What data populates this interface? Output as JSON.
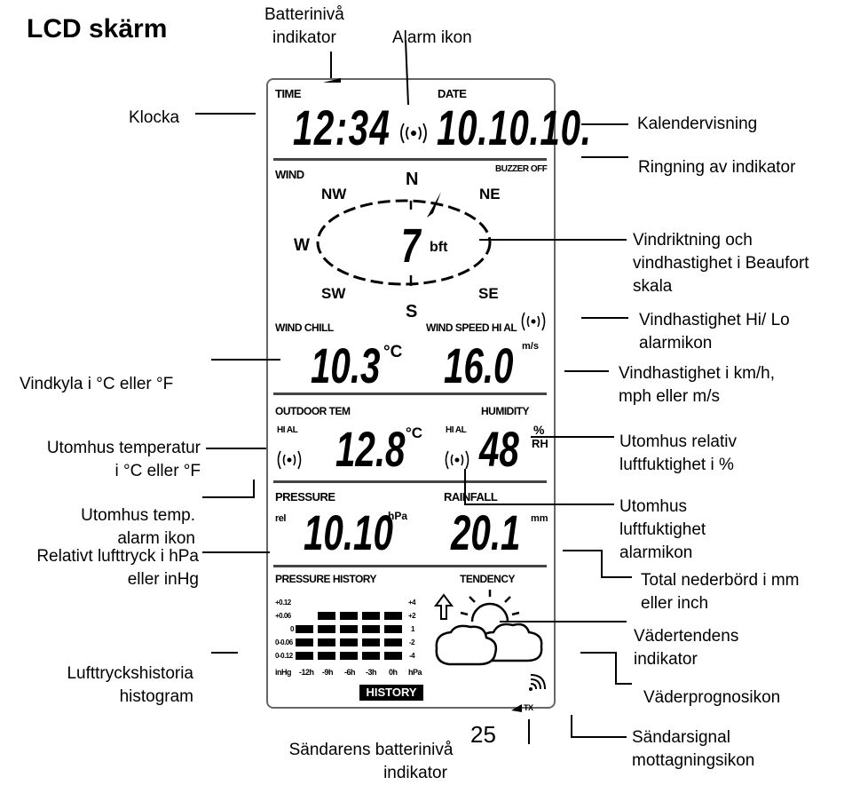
{
  "title": "LCD skärm",
  "lcd": {
    "time_label": "TIME",
    "date_label": "DATE",
    "time_value": "12:34",
    "date_value": "10.10.10.",
    "wind_label": "WIND",
    "buzzer_label": "BUZZER OFF",
    "compass": {
      "n": "N",
      "ne": "NE",
      "nw": "NW",
      "w": "W",
      "sw": "SW",
      "se": "SE",
      "s": "S"
    },
    "beaufort_value": "7",
    "beaufort_unit": "bft",
    "wind_chill_label": "WIND CHILL",
    "wind_speed_label": "WIND SPEED HI AL",
    "wind_chill_value": "10.3",
    "wind_chill_unit": "°C",
    "wind_speed_value": "16.0",
    "wind_speed_unit": "m/s",
    "outdoor_temp_label": "OUTDOOR TEM",
    "humidity_label": "HUMIDITY",
    "hi_al_left": "HI AL",
    "hi_al_right": "HI AL",
    "outdoor_temp_value": "12.8",
    "outdoor_temp_unit": "°C",
    "humidity_value": "48",
    "humidity_unit_pct": "%",
    "humidity_unit_rh": "RH",
    "pressure_label": "PRESSURE",
    "rainfall_label": "RAINFALL",
    "rel_label": "rel",
    "pressure_value": "10.10",
    "pressure_unit": "hPa",
    "rainfall_value": "20.1",
    "rainfall_unit": "mm",
    "pressure_history_label": "PRESSURE HISTORY",
    "tendency_label": "TENDENCY",
    "hist_left": [
      "+0.12",
      "+0.06",
      "0",
      "0-0.06",
      "0-0.12"
    ],
    "hist_right": [
      "+4",
      "+2",
      "1",
      "-2",
      "-4"
    ],
    "hist_x": [
      "inHg",
      "-12h",
      "-9h",
      "-6h",
      "-3h",
      "0h",
      "hPa"
    ],
    "history_button": "HISTORY",
    "tx_label": "TX"
  },
  "annotations": {
    "batteri": [
      "Batterinivå",
      "indikator"
    ],
    "alarm": "Alarm ikon",
    "klocka": "Klocka",
    "kalender": "Kalendervisning",
    "ringning": "Ringning av indikator",
    "vindriktning": [
      "Vindriktning och",
      "vindhastighet i Beaufort",
      "skala"
    ],
    "vind_hilo": [
      "Vindhastighet Hi/ Lo",
      "alarmikon"
    ],
    "vindkyla": "Vindkyla i °C eller °F",
    "vindhast": [
      "Vindhastighet i km/h,",
      "mph eller m/s"
    ],
    "utomhus_temp": [
      "Utomhus temperatur",
      "i °C eller °F"
    ],
    "utomhus_rel": [
      "Utomhus relativ",
      "luftfuktighet i %"
    ],
    "utomhus_alarm": [
      "Utomhus temp.",
      "alarm ikon"
    ],
    "utomhus_luft_alarm": [
      "Utomhus",
      "luftfuktighet",
      "alarmikon"
    ],
    "relativt": [
      "Relativt lufttryck i hPa",
      "eller inHg"
    ],
    "nederbord": [
      "Total nederbörd i mm",
      "eller inch"
    ],
    "vadertendens": [
      "Vädertendens",
      "indikator"
    ],
    "lufttryck": [
      "Lufttryckshistoria",
      "histogram"
    ],
    "vaderprognos": "Väderprognosikon",
    "sandarens": [
      "Sändarens batterinivå",
      "indikator"
    ],
    "page_number": "25",
    "sandarsignal": [
      "Sändarsignal",
      "mottagningsikon"
    ]
  }
}
